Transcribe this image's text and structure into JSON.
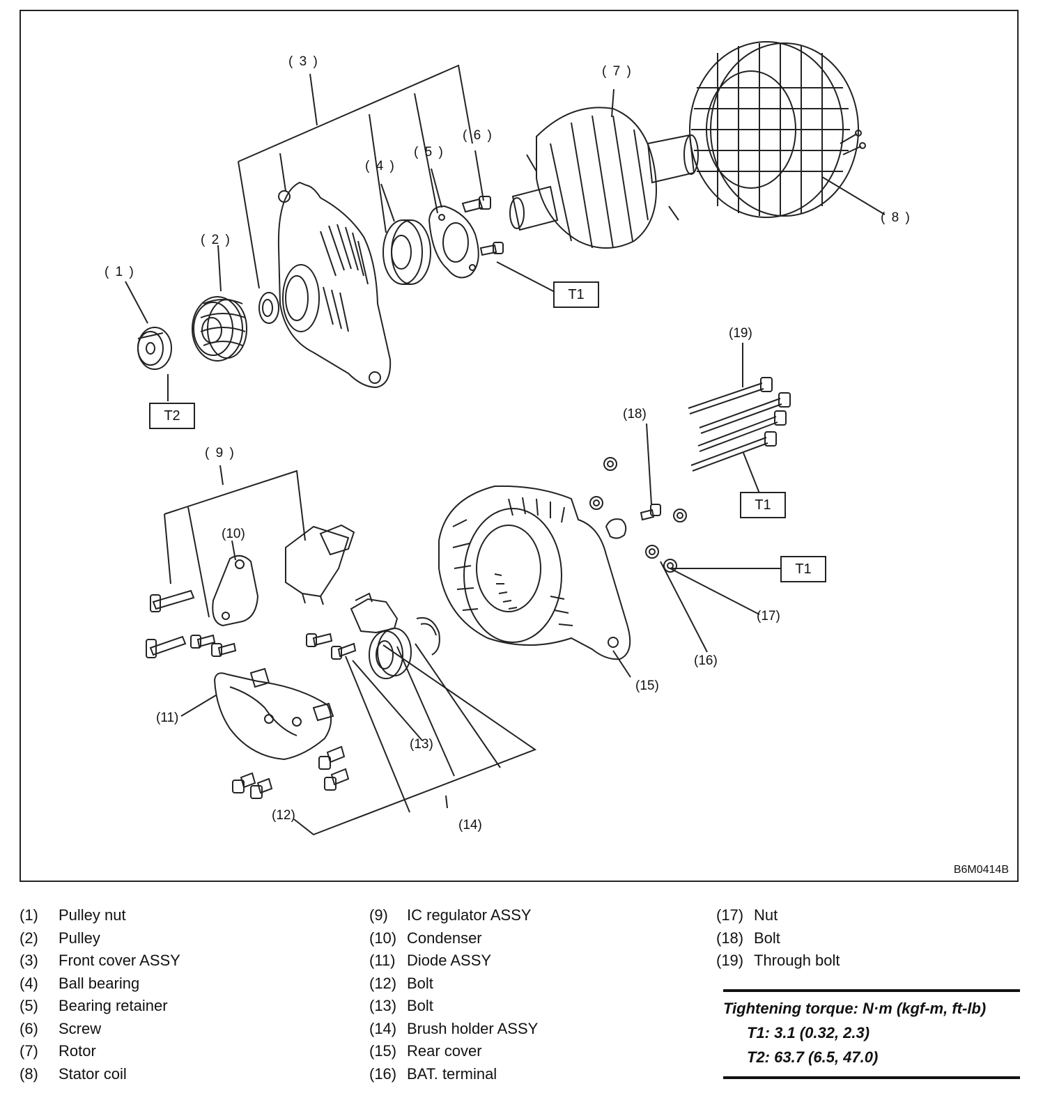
{
  "figure": {
    "id": "B6M0414B",
    "callouts": {
      "c1": "( 1 )",
      "c2": "( 2 )",
      "c3": "( 3 )",
      "c4": "( 4 )",
      "c5": "( 5 )",
      "c6": "( 6 )",
      "c7": "( 7 )",
      "c8": "( 8 )",
      "c9": "( 9 )",
      "c10": "(10)",
      "c11": "(11)",
      "c12": "(12)",
      "c13": "(13)",
      "c14": "(14)",
      "c15": "(15)",
      "c16": "(16)",
      "c17": "(17)",
      "c18": "(18)",
      "c19": "(19)"
    },
    "torque_tags": {
      "t1": "T1",
      "t2": "T2"
    }
  },
  "legend": {
    "column1": [
      {
        "num": "(1)",
        "name": "Pulley nut"
      },
      {
        "num": "(2)",
        "name": "Pulley"
      },
      {
        "num": "(3)",
        "name": "Front cover ASSY"
      },
      {
        "num": "(4)",
        "name": "Ball bearing"
      },
      {
        "num": "(5)",
        "name": "Bearing retainer"
      },
      {
        "num": "(6)",
        "name": "Screw"
      },
      {
        "num": "(7)",
        "name": "Rotor"
      },
      {
        "num": "(8)",
        "name": "Stator coil"
      }
    ],
    "column2": [
      {
        "num": "(9)",
        "name": "IC regulator ASSY"
      },
      {
        "num": "(10)",
        "name": "Condenser"
      },
      {
        "num": "(11)",
        "name": "Diode ASSY"
      },
      {
        "num": "(12)",
        "name": "Bolt"
      },
      {
        "num": "(13)",
        "name": "Bolt"
      },
      {
        "num": "(14)",
        "name": "Brush holder ASSY"
      },
      {
        "num": "(15)",
        "name": "Rear cover"
      },
      {
        "num": "(16)",
        "name": "BAT. terminal"
      }
    ],
    "column3": [
      {
        "num": "(17)",
        "name": "Nut"
      },
      {
        "num": "(18)",
        "name": "Bolt"
      },
      {
        "num": "(19)",
        "name": "Through bolt"
      }
    ]
  },
  "torque": {
    "title": "Tightening torque: N·m (kgf-m, ft-lb)",
    "t1": "T1: 3.1 (0.32, 2.3)",
    "t2": "T2: 63.7 (6.5, 47.0)"
  }
}
